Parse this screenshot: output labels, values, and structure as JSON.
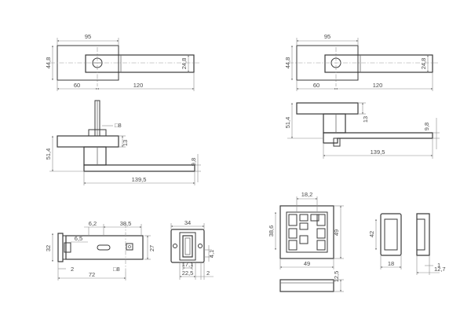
{
  "drawing": {
    "left_top": {
      "width": "95",
      "height": "44,8",
      "lever_height": "24,8",
      "spindle_offset": "60",
      "lever_length": "120"
    },
    "right_top": {
      "width": "95",
      "height": "44,8",
      "lever_height": "24,8",
      "spindle_offset": "60",
      "lever_length": "120"
    },
    "left_side": {
      "spindle": "8",
      "spindle_symbol": "□",
      "rose_height": "13",
      "total_height": "51,4",
      "lever_thickness": "9,8",
      "lever_length": "139,5"
    },
    "right_side": {
      "total_height": "51,4",
      "rose_height": "13",
      "lever_thickness": "9,8",
      "lever_length": "139,5"
    },
    "lock_body": {
      "dim_6_2": "6,2",
      "dim_38_5": "38,5",
      "dim_6_5": "6,5",
      "height": "32",
      "dim_27": "27",
      "dim_2": "2",
      "square": "8",
      "square_symbol": "□",
      "length": "72"
    },
    "lock_end": {
      "width": "34",
      "dim_4_1": "4,1",
      "dim_17_1": "17,1",
      "dim_22_5": "22,5",
      "dim_2": "2"
    },
    "strike": {
      "top": "18,2",
      "left": "38,6",
      "height": "49",
      "width": "49",
      "plate_thickness": "12,5"
    },
    "strike_small": {
      "height": "42",
      "width": "18",
      "dim_1": "1",
      "depth": "12,7"
    }
  }
}
